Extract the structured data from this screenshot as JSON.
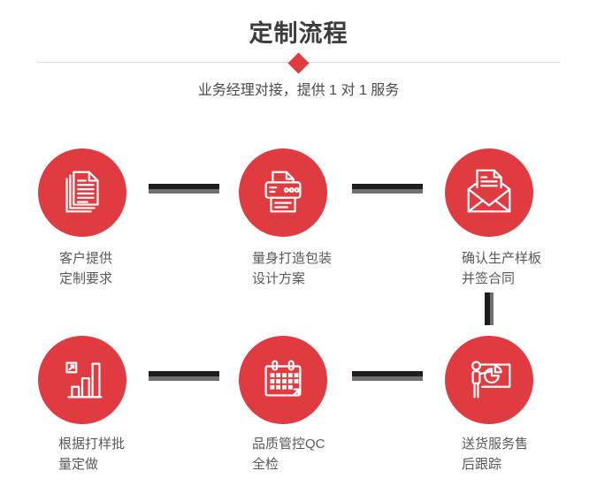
{
  "page": {
    "title": "定制流程",
    "subtitle": "业务经理对接，提供 1 对 1 服务"
  },
  "colors": {
    "accent_red": "#e03b41",
    "connector_dark": "#1d1d1d",
    "connector_gray": "#707070",
    "title_text": "#3c3c3c",
    "label_text": "#595959",
    "divider_gray": "#d9d9d9"
  },
  "steps": [
    {
      "id": "customer-requirements",
      "icon": "documents-icon",
      "lines": [
        "客户提供",
        "定制要求"
      ]
    },
    {
      "id": "packaging-design",
      "icon": "printer-icon",
      "lines": [
        "量身打造包装",
        "设计方案"
      ]
    },
    {
      "id": "sample-contract",
      "icon": "envelope-icon",
      "lines": [
        "确认生产样板",
        "并签合同"
      ]
    },
    {
      "id": "batch-production",
      "icon": "bar-chart-icon",
      "lines": [
        "根据打样批",
        "量定做"
      ]
    },
    {
      "id": "quality-control",
      "icon": "calendar-icon",
      "lines": [
        "品质管控QC",
        "全检"
      ]
    },
    {
      "id": "delivery-tracking",
      "icon": "presentation-icon",
      "lines": [
        "送货服务售",
        "后跟踪"
      ]
    }
  ]
}
